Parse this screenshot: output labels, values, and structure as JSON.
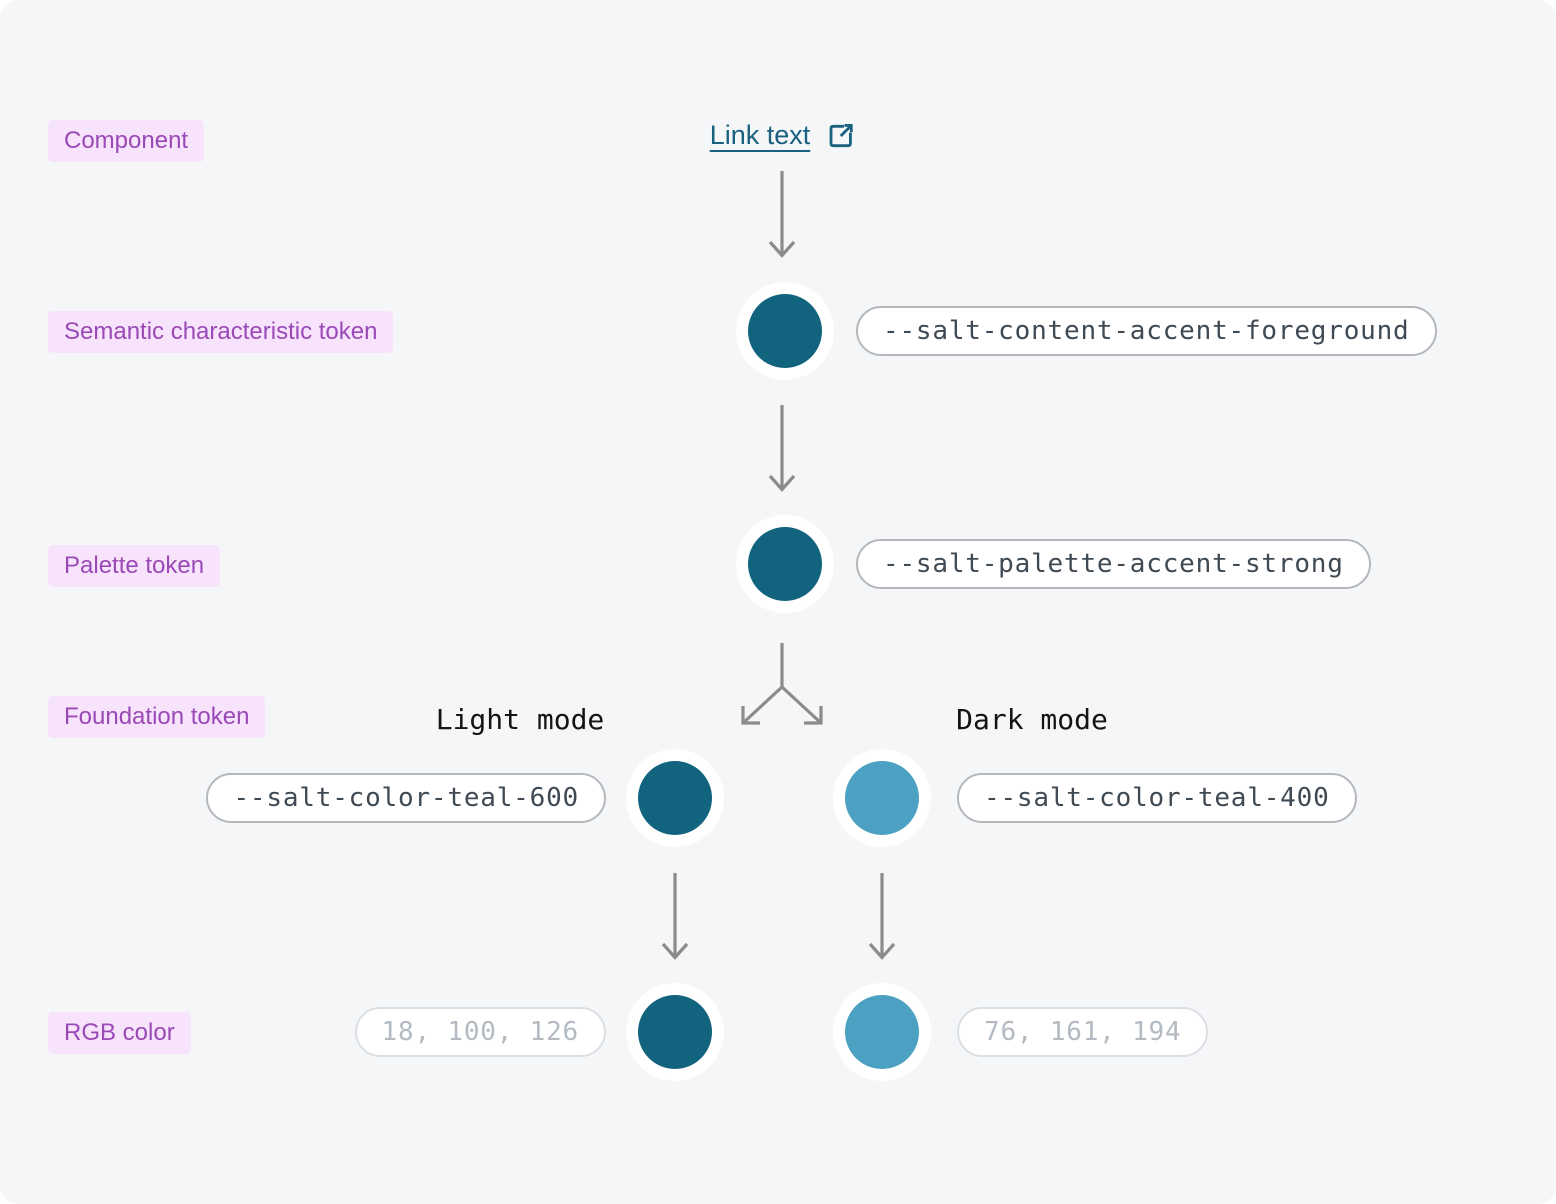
{
  "diagram": {
    "row_labels": {
      "component": "Component",
      "semantic": "Semantic characteristic token",
      "palette": "Palette token",
      "foundation": "Foundation token",
      "rgb": "RGB color"
    },
    "link": {
      "label": "Link text"
    },
    "tokens": {
      "semantic": "--salt-content-accent-foreground",
      "palette": "--salt-palette-accent-strong",
      "foundation_light": "--salt-color-teal-600",
      "foundation_dark": "--salt-color-teal-400"
    },
    "modes": {
      "light": "Light mode",
      "dark": "Dark mode"
    },
    "rgb_values": {
      "light": "18, 100, 126",
      "dark": "76, 161, 194"
    },
    "colors": {
      "teal_600": "#12647e",
      "teal_400": "#4ca1c2",
      "link": "#19617f",
      "label_bg": "#f8e3fc",
      "label_text": "#9a49b6",
      "pill_border": "#b4b8bc",
      "pill_text": "#3f4a54",
      "muted_pill_border": "#dcdfe3",
      "muted_pill_text": "#b3bac1",
      "arrow": "#8b8b8b",
      "background": "#f5f6f8"
    },
    "icons": {
      "external_link": "external-link-icon",
      "arrow_down": "arrow-down-icon",
      "branch_arrow": "branch-arrow-icon"
    }
  }
}
